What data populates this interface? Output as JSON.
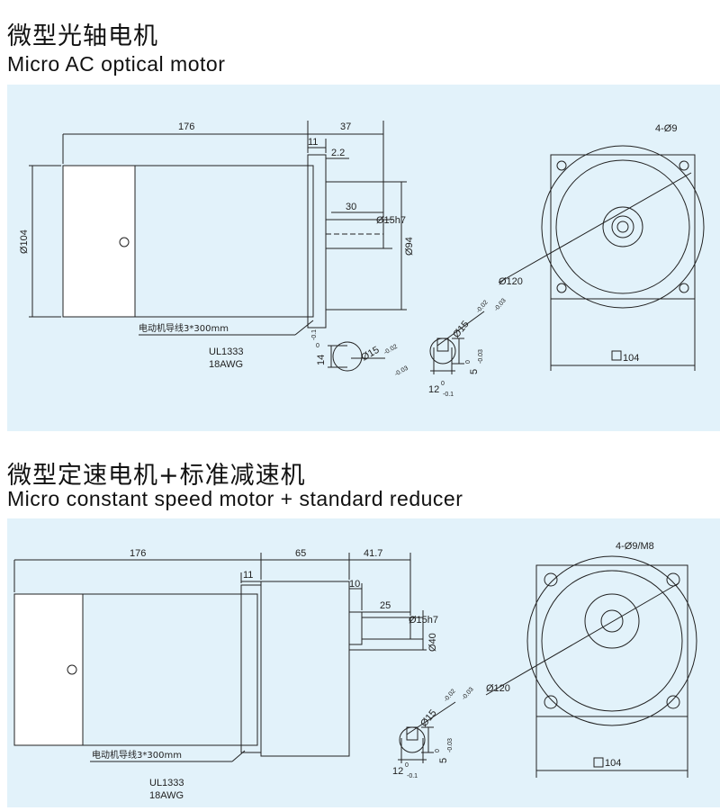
{
  "section1": {
    "title_cn": "微型光轴电机",
    "title_en": "Micro AC optical motor",
    "dims": {
      "length": "176",
      "shaft_total": "37",
      "flange": "11",
      "step": "2.2",
      "shaft_len": "30",
      "shaft_dia": "Ø15h7",
      "body_dia": "Ø104",
      "pilot_dia": "Ø94",
      "pcd": "Ø120",
      "holes": "4-Ø9",
      "square": "104"
    },
    "wire_label": "电动机导线3*300mm",
    "wire_spec": "UL1333",
    "wire_awg": "18AWG",
    "detail1": {
      "key_height": "14",
      "kh_tol_up": "0",
      "kh_tol_dn": "-0.1",
      "dia": "Ø15",
      "dia_tol_up": "-0.02",
      "dia_tol_dn": "-0.03"
    },
    "detail2": {
      "dia": "Ø15",
      "dia_tol_up": "-0.02",
      "dia_tol_dn": "-0.03",
      "key_width": "5",
      "kw_tol_up": "0",
      "kw_tol_dn": "-0.03",
      "key_depth": "12",
      "kd_tol_up": "0",
      "kd_tol_dn": "-0.1"
    }
  },
  "section2": {
    "title_cn": "微型定速电机+标准减速机",
    "title_en": "Micro constant speed motor + standard reducer",
    "dims": {
      "length": "176",
      "gear_len": "65",
      "shaft_total": "41.7",
      "flange": "11",
      "boss": "10",
      "shaft_len": "25",
      "shaft_dia": "Ø15h7",
      "boss_dia": "Ø40",
      "pcd": "Ø120",
      "holes": "4-Ø9/M8",
      "square": "104"
    },
    "wire_label": "电动机导线3*300mm",
    "wire_spec": "UL1333",
    "wire_awg": "18AWG",
    "detail": {
      "dia": "Ø15",
      "dia_tol_up": "-0.02",
      "dia_tol_dn": "-0.03",
      "key_width": "5",
      "kw_tol_up": "0",
      "kw_tol_dn": "-0.03",
      "key_depth": "12",
      "kd_tol_up": "0",
      "kd_tol_dn": "-0.1"
    }
  },
  "colors": {
    "panel_bg": "#e2f2fa",
    "line": "#222222"
  }
}
